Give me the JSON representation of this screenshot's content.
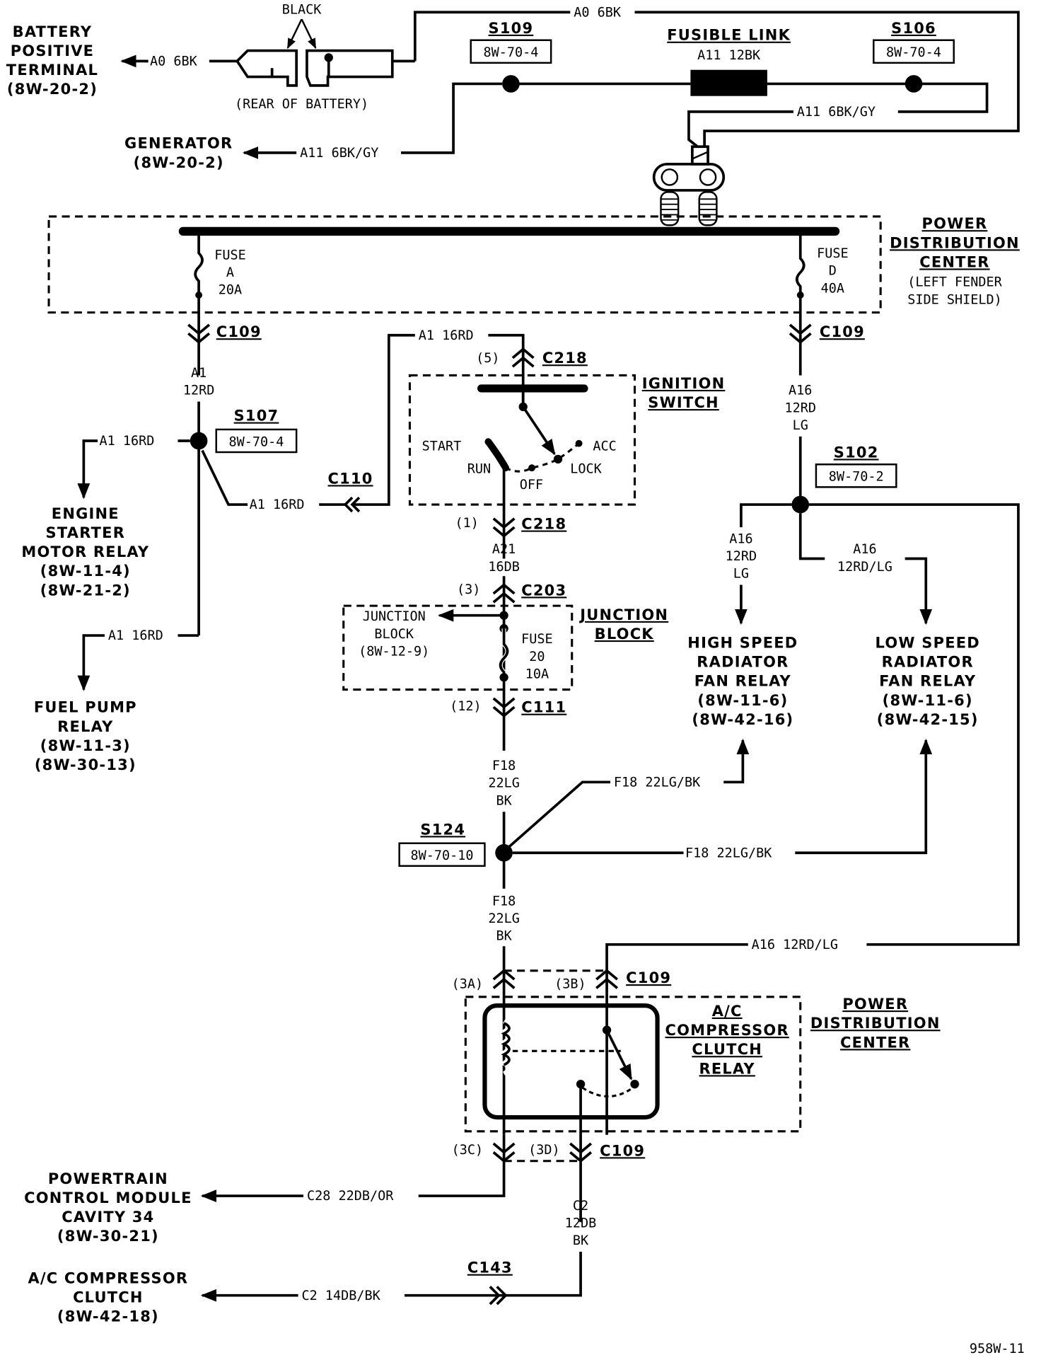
{
  "diagram_id": "958W-11",
  "battery": {
    "title_lines": [
      "BATTERY",
      "POSITIVE",
      "TERMINAL",
      "(8W-20-2)"
    ],
    "wire": "A0 6BK",
    "color_label": "BLACK",
    "location": "(REAR OF BATTERY)",
    "top_wire": "A0 6BK"
  },
  "generator": {
    "title_lines": [
      "GENERATOR",
      "(8W-20-2)"
    ],
    "wire": "A11 6BK/GY"
  },
  "splices": {
    "s109": {
      "id": "S109",
      "ref": "8W-70-4"
    },
    "s106": {
      "id": "S106",
      "ref": "8W-70-4"
    },
    "s107": {
      "id": "S107",
      "ref": "8W-70-4"
    },
    "s102": {
      "id": "S102",
      "ref": "8W-70-2"
    },
    "s124": {
      "id": "S124",
      "ref": "8W-70-10"
    }
  },
  "fusible_link": {
    "title": "FUSIBLE LINK",
    "wire": "A11 12BK",
    "return_wire": "A11 6BK/GY"
  },
  "pdc": {
    "title_lines": [
      "POWER",
      "DISTRIBUTION",
      "CENTER"
    ],
    "location_lines": [
      "(LEFT FENDER",
      "SIDE SHIELD)"
    ],
    "fuse_a": [
      "FUSE",
      "A",
      "20A"
    ],
    "fuse_d": [
      "FUSE",
      "D",
      "40A"
    ]
  },
  "connectors": {
    "c109": "C109",
    "c110": "C110",
    "c218": "C218",
    "c203": "C203",
    "c111": "C111",
    "c143": "C143",
    "pin5": "(5)",
    "pin1": "(1)",
    "pin3": "(3)",
    "pin12": "(12)",
    "pin3a": "(3A)",
    "pin3b": "(3B)",
    "pin3c": "(3C)",
    "pin3d": "(3D)"
  },
  "wires": {
    "a1_12rd": [
      "A1",
      "12RD"
    ],
    "a1_16rd": "A1 16RD",
    "a16_12rd_lg": [
      "A16",
      "12RD",
      "LG"
    ],
    "a16_12rd_lg_right": [
      "A16",
      "12RD/LG"
    ],
    "a16_long": "A16 12RD/LG",
    "a21": [
      "A21",
      "16DB"
    ],
    "f18": [
      "F18",
      "22LG",
      "BK"
    ],
    "f18_inline": "F18 22LG/BK",
    "c28": "C28 22DB/OR",
    "c2_vert": [
      "C2",
      "12DB",
      "BK"
    ],
    "c2_horiz": "C2 14DB/BK"
  },
  "ignition": {
    "title_lines": [
      "IGNITION",
      "SWITCH"
    ],
    "positions": {
      "start": "START",
      "run": "RUN",
      "off": "OFF",
      "lock": "LOCK",
      "acc": "ACC"
    }
  },
  "junction_block": {
    "title_lines": [
      "JUNCTION",
      "BLOCK"
    ],
    "inner_lines": [
      "JUNCTION",
      "BLOCK",
      "(8W-12-9)"
    ],
    "fuse": [
      "FUSE",
      "20",
      "10A"
    ]
  },
  "components": {
    "starter": [
      "ENGINE",
      "STARTER",
      "MOTOR RELAY",
      "(8W-11-4)",
      "(8W-21-2)"
    ],
    "fuel_pump": [
      "FUEL PUMP",
      "RELAY",
      "(8W-11-3)",
      "(8W-30-13)"
    ],
    "high_speed": [
      "HIGH SPEED",
      "RADIATOR",
      "FAN RELAY",
      "(8W-11-6)",
      "(8W-42-16)"
    ],
    "low_speed": [
      "LOW SPEED",
      "RADIATOR",
      "FAN RELAY",
      "(8W-11-6)",
      "(8W-42-15)"
    ],
    "ac_relay": [
      "A/C",
      "COMPRESSOR",
      "CLUTCH",
      "RELAY"
    ],
    "pdc2": [
      "POWER",
      "DISTRIBUTION",
      "CENTER"
    ],
    "pcm": [
      "POWERTRAIN",
      "CONTROL MODULE",
      "CAVITY 34",
      "(8W-30-21)"
    ],
    "ac_clutch": [
      "A/C COMPRESSOR",
      "CLUTCH",
      "(8W-42-18)"
    ]
  }
}
